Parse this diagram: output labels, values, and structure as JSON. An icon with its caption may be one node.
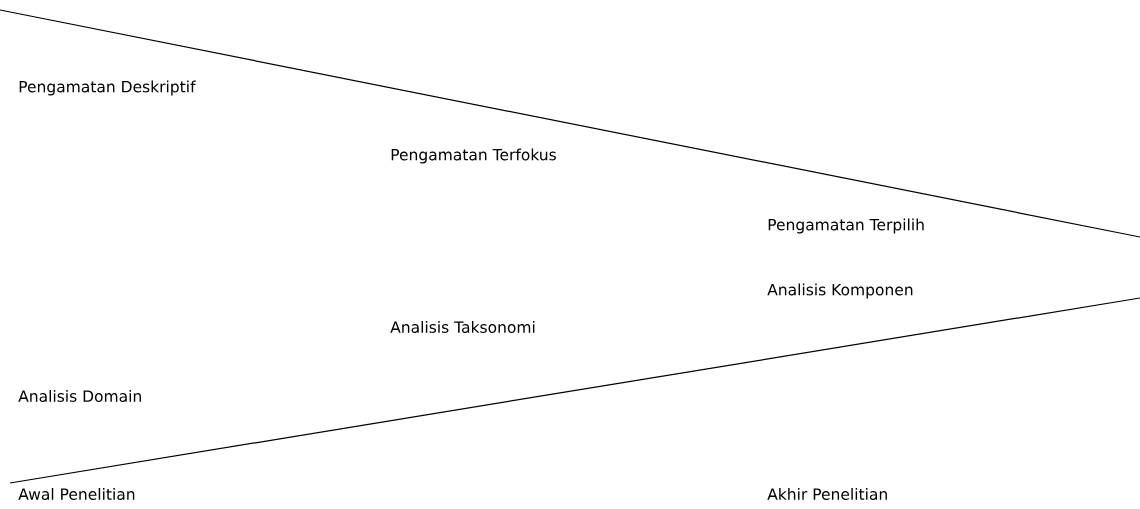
{
  "diagram": {
    "labels": [
      "Pengamatan Deskriptif",
      "Pengamatan Terfokus",
      "Pengamatan Terpilih",
      "Analisis Komponen",
      "Analisis Taksonomi",
      "Analisis Domain",
      "Awal Penelitian",
      "Akhir Penelitian"
    ]
  }
}
